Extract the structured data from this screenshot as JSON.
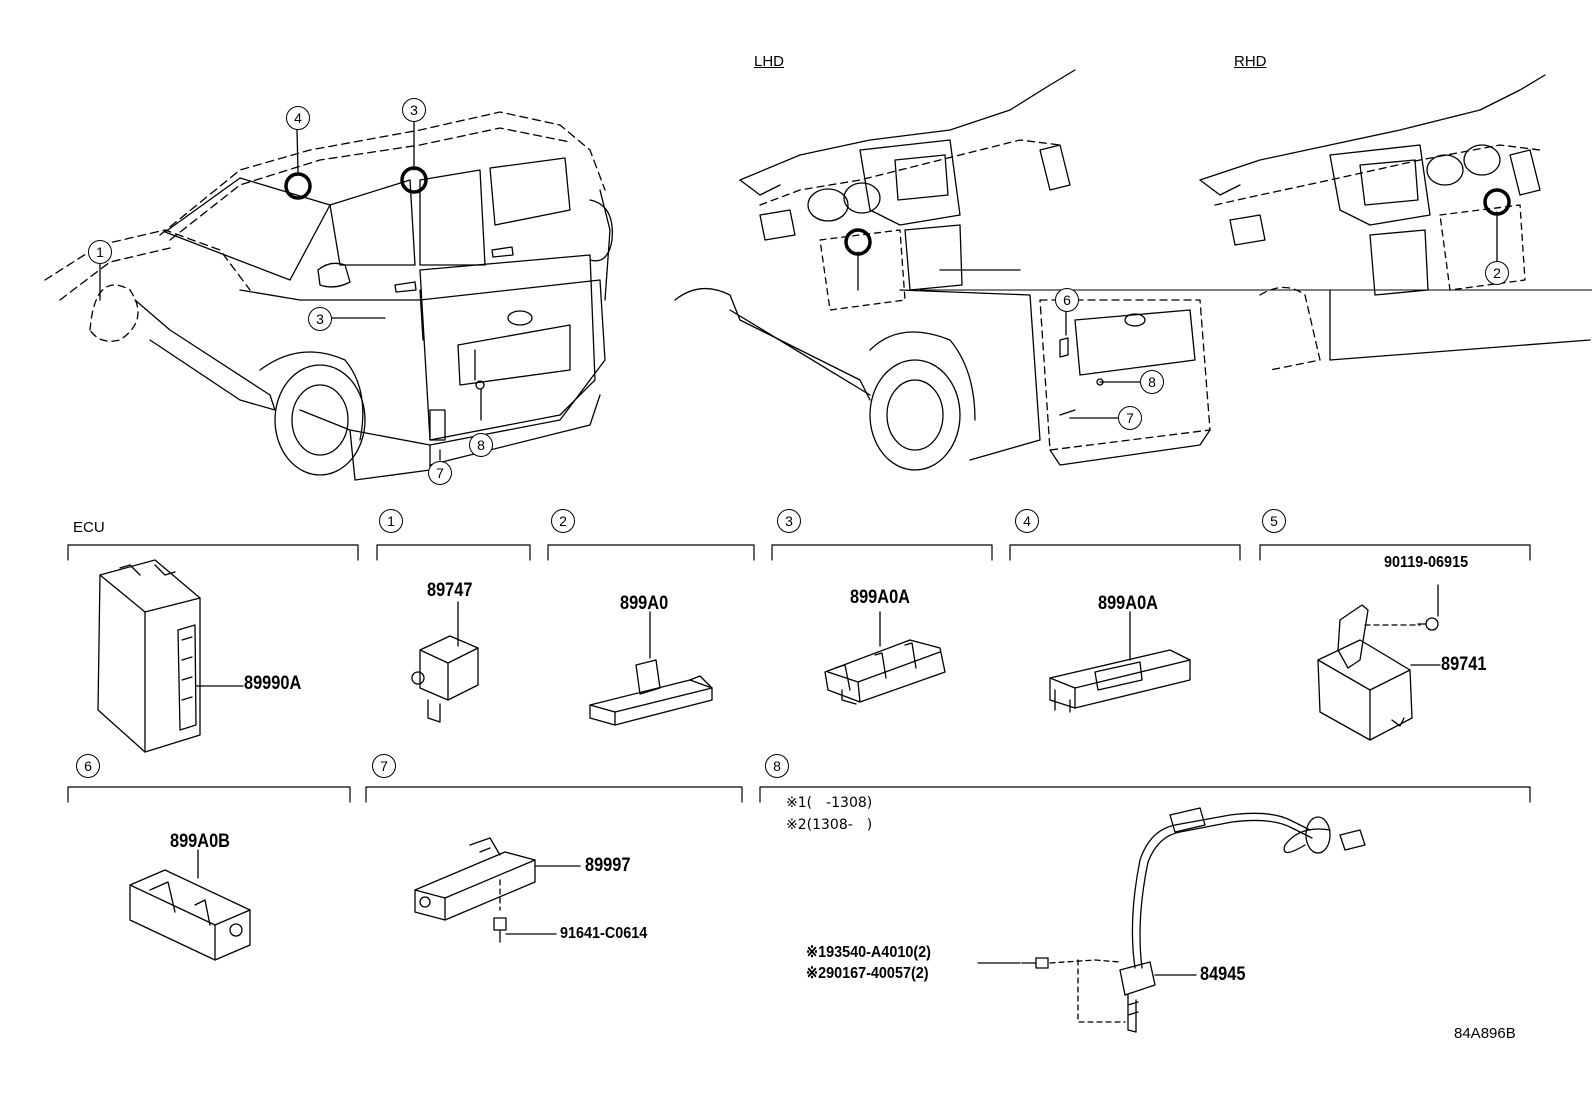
{
  "headers": {
    "lhd": "LHD",
    "rhd": "RHD"
  },
  "sections": {
    "ecu": "ECU",
    "s1": "1",
    "s2": "2",
    "s3": "3",
    "s4": "4",
    "s5": "5",
    "s6": "6",
    "s7": "7",
    "s8": "8"
  },
  "callouts": {
    "c1": "1",
    "c2": "2",
    "c3a": "3",
    "c3b": "3",
    "c4": "4",
    "c6": "6",
    "c7a": "7",
    "c7b": "7",
    "c8a": "8",
    "c8b": "8"
  },
  "parts": {
    "ecu": "89990A",
    "p1": "89747",
    "p2": "899A0",
    "p3": "899A0A",
    "p4": "899A0A",
    "p5_bolt": "90119-06915",
    "p5": "89741",
    "p6": "899A0B",
    "p7": "89997",
    "p7_bolt": "91641-C0614",
    "p8": "84945",
    "p8_bolt1": "※193540-A4010(2)",
    "p8_bolt2": "※290167-40057(2)"
  },
  "notes": {
    "n1": "※1(　-1308)",
    "n2": "※2(1308-　)"
  },
  "figure_id": "84A896B"
}
